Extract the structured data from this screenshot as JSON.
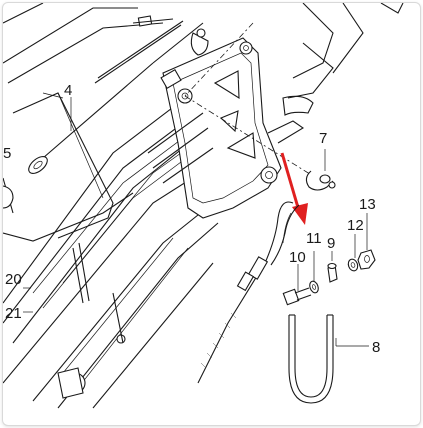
{
  "diagram": {
    "callouts": [
      {
        "id": "c4",
        "text": "4"
      },
      {
        "id": "c5",
        "text": "5"
      },
      {
        "id": "c7",
        "text": "7"
      },
      {
        "id": "c8",
        "text": "8"
      },
      {
        "id": "c9",
        "text": "9"
      },
      {
        "id": "c10",
        "text": "10"
      },
      {
        "id": "c11",
        "text": "11"
      },
      {
        "id": "c12",
        "text": "12"
      },
      {
        "id": "c13",
        "text": "13"
      },
      {
        "id": "c20",
        "text": "20"
      },
      {
        "id": "c21",
        "text": "21"
      }
    ],
    "colors": {
      "line": "#1a1a1a",
      "arrow": "#e02020",
      "frame_border": "#d9d9d9",
      "background": "#ffffff"
    }
  }
}
